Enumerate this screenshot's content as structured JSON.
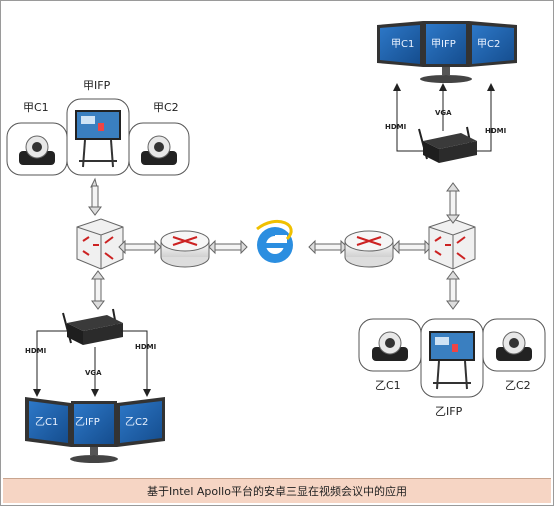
{
  "site_a": {
    "camera1_label": "甲C1",
    "ifp_label": "甲IFP",
    "camera2_label": "甲C2",
    "monitors": [
      "甲C1",
      "甲IFP",
      "甲C2"
    ]
  },
  "site_b": {
    "camera1_label": "乙C1",
    "ifp_label": "乙IFP",
    "camera2_label": "乙C2",
    "monitors": [
      "乙C1",
      "乙IFP",
      "乙C2"
    ]
  },
  "links": {
    "hdmi": "HDMI",
    "vga": "VGA"
  },
  "icons": {
    "switch": "network-switch-icon",
    "router": "router-icon",
    "internet": "internet-explorer-icon",
    "camera": "conference-camera-icon",
    "minipc": "mini-pc-icon",
    "monitor": "monitor-icon"
  },
  "colors": {
    "caption_bg": "#f6d5c4",
    "monitor_screen": "#1e5fa8",
    "router_arrows": "#cc2222"
  },
  "caption": "基于Intel Apollo平台的安卓三显在视频会议中的应用"
}
